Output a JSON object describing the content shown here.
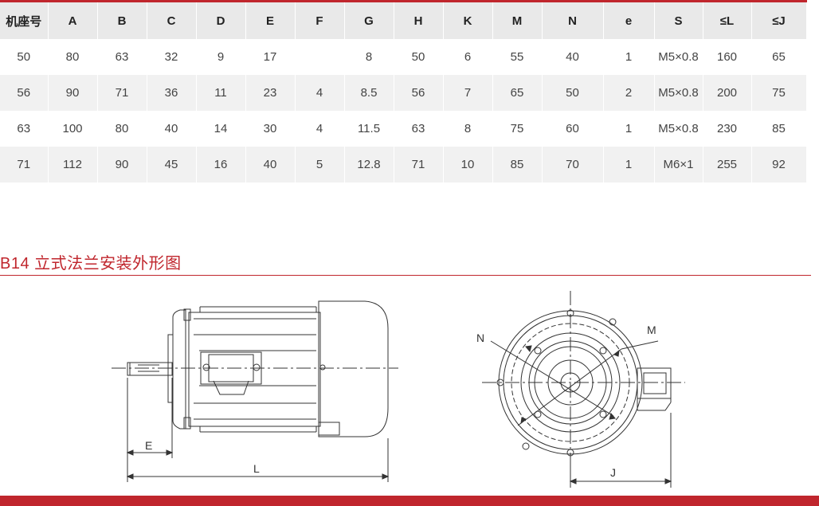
{
  "table": {
    "headers": [
      "机座号",
      "A",
      "B",
      "C",
      "D",
      "E",
      "F",
      "G",
      "H",
      "K",
      "M",
      "N",
      "e",
      "S",
      "≤L",
      "≤J"
    ],
    "rows": [
      [
        "50",
        "80",
        "63",
        "32",
        "9",
        "17",
        "",
        "8",
        "50",
        "6",
        "55",
        "40",
        "1",
        "M5×0.8",
        "160",
        "65"
      ],
      [
        "56",
        "90",
        "71",
        "36",
        "11",
        "23",
        "4",
        "8.5",
        "56",
        "7",
        "65",
        "50",
        "2",
        "M5×0.8",
        "200",
        "75"
      ],
      [
        "63",
        "100",
        "80",
        "40",
        "14",
        "30",
        "4",
        "11.5",
        "63",
        "8",
        "75",
        "60",
        "1",
        "M5×0.8",
        "230",
        "85"
      ],
      [
        "71",
        "112",
        "90",
        "45",
        "16",
        "40",
        "5",
        "12.8",
        "71",
        "10",
        "85",
        "70",
        "1",
        "M6×1",
        "255",
        "92"
      ]
    ]
  },
  "section": {
    "title": "B14 立式法兰安装外形图"
  },
  "drawing": {
    "side_labels": {
      "E": "E",
      "L": "L"
    },
    "front_labels": {
      "N": "N",
      "M": "M",
      "J": "J"
    }
  },
  "colors": {
    "accent": "#c0262d",
    "header_bg": "#e9e9e9",
    "stripe_bg": "#f1f1f1"
  }
}
